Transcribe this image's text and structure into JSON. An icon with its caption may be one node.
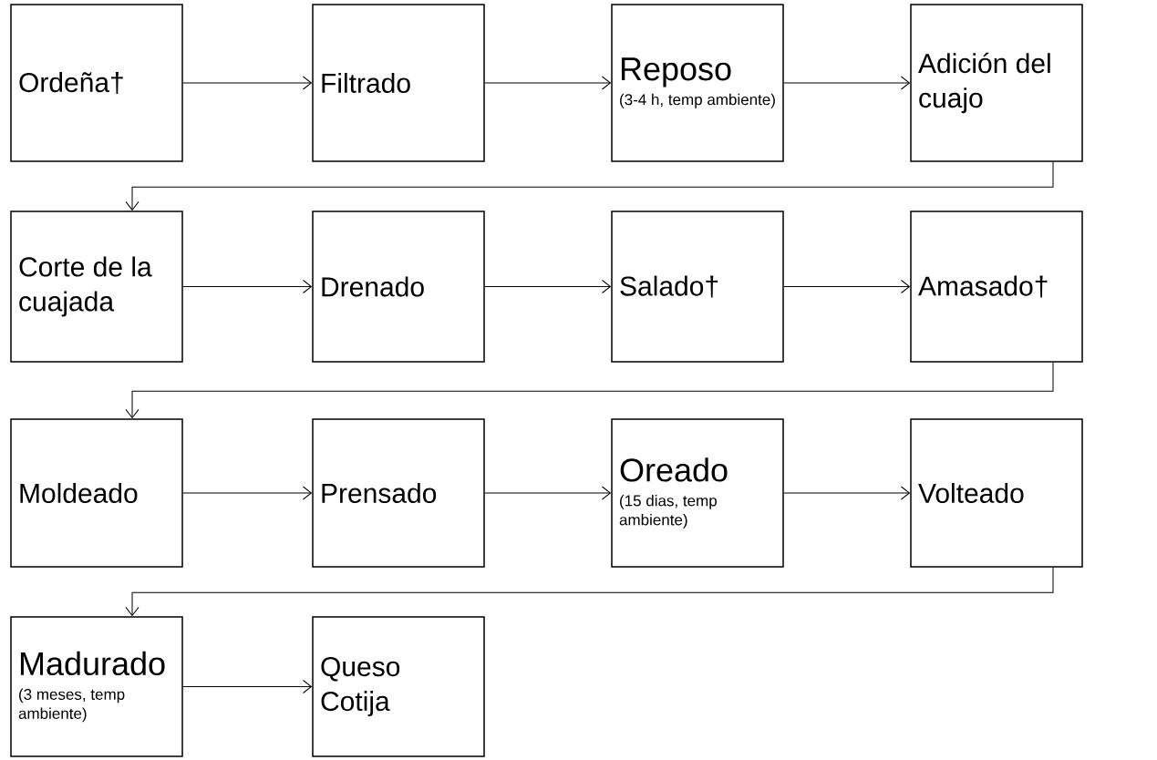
{
  "diagram": {
    "nodes": [
      {
        "text": [
          "Ordeña†"
        ]
      },
      {
        "text": [
          "Filtrado"
        ]
      },
      {
        "text": [
          "Reposo",
          "(3-4 h, temp ambiente)"
        ]
      },
      {
        "text": [
          "Adición del cuajo"
        ]
      },
      {
        "text": [
          "Corte de la cuajada"
        ]
      },
      {
        "text": [
          "Drenado"
        ]
      },
      {
        "text": [
          "Salado†"
        ]
      },
      {
        "text": [
          "Amasado†"
        ]
      },
      {
        "text": [
          "Moldeado"
        ]
      },
      {
        "text": [
          "Prensado"
        ]
      },
      {
        "text": [
          "Oreado",
          "(15 dias, temp ambiente)"
        ]
      },
      {
        "text": [
          "Volteado"
        ]
      },
      {
        "text": [
          "Madurado",
          "(3 meses, temp ambiente)"
        ]
      },
      {
        "text": [
          "Queso Cotija"
        ]
      }
    ],
    "edges": [
      {
        "from": 0,
        "to": 1,
        "arrow": "to"
      },
      {
        "from": 1,
        "to": 2,
        "arrow": "to"
      },
      {
        "from": 2,
        "to": 3,
        "arrow": "to"
      },
      {
        "from": 3,
        "to": 4,
        "arrow": "to"
      },
      {
        "from": 4,
        "to": 5,
        "arrow": "to"
      },
      {
        "from": 5,
        "to": 6,
        "arrow": "to"
      },
      {
        "from": 6,
        "to": 7,
        "arrow": "to"
      },
      {
        "from": 7,
        "to": 8,
        "arrow": "to"
      },
      {
        "from": 8,
        "to": 9,
        "arrow": "to"
      },
      {
        "from": 9,
        "to": 10,
        "arrow": "to"
      },
      {
        "from": 10,
        "to": 11,
        "arrow": "to"
      },
      {
        "from": 11,
        "to": 12,
        "arrow": "to"
      },
      {
        "from": 12,
        "to": 13,
        "arrow": "to"
      }
    ]
  }
}
